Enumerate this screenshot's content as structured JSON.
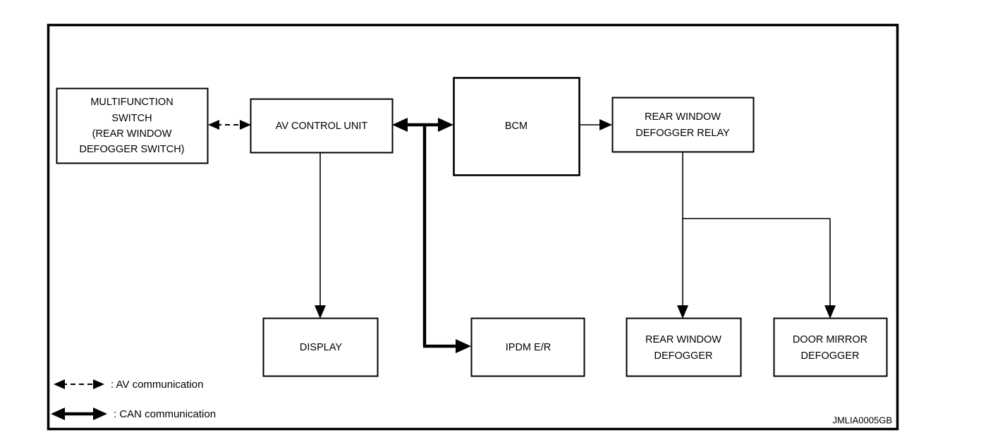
{
  "figure": {
    "id_label": "JMLIA0005GB",
    "border_color": "#000000",
    "background_color": "#ffffff"
  },
  "nodes": {
    "multifunction_switch": {
      "lines": [
        "MULTIFUNCTION",
        "SWITCH",
        "(REAR WINDOW",
        "DEFOGGER SWITCH)"
      ]
    },
    "av_control_unit": {
      "label": "AV CONTROL UNIT"
    },
    "bcm": {
      "label": "BCM"
    },
    "rear_window_defogger_relay": {
      "lines": [
        "REAR WINDOW",
        "DEFOGGER RELAY"
      ]
    },
    "display": {
      "label": "DISPLAY"
    },
    "ipdm_er": {
      "label": "IPDM E/R"
    },
    "rear_window_defogger": {
      "lines": [
        "REAR WINDOW",
        "DEFOGGER"
      ]
    },
    "door_mirror_defogger": {
      "lines": [
        "DOOR MIRROR",
        "DEFOGGER"
      ]
    }
  },
  "legend": {
    "items": [
      {
        "style": "dashed-double-arrow",
        "text": ": AV communication"
      },
      {
        "style": "solid-double-arrow",
        "text": ": CAN communication"
      }
    ]
  },
  "connections": [
    {
      "from": "multifunction_switch",
      "to": "av_control_unit",
      "type": "AV communication",
      "style": "dashed-bidirectional"
    },
    {
      "from": "av_control_unit",
      "to": "bcm",
      "type": "CAN communication",
      "style": "solid-bidirectional-thick"
    },
    {
      "from": "can_bus",
      "to": "ipdm_er",
      "type": "CAN communication",
      "style": "solid-thick-arrow"
    },
    {
      "from": "av_control_unit",
      "to": "display",
      "type": "signal",
      "style": "thin-arrow"
    },
    {
      "from": "bcm",
      "to": "rear_window_defogger_relay",
      "type": "signal",
      "style": "thin-arrow"
    },
    {
      "from": "rear_window_defogger_relay",
      "to": "rear_window_defogger",
      "type": "power",
      "style": "thin-arrow"
    },
    {
      "from": "rear_window_defogger_relay",
      "to": "door_mirror_defogger",
      "type": "power",
      "style": "thin-arrow"
    }
  ]
}
